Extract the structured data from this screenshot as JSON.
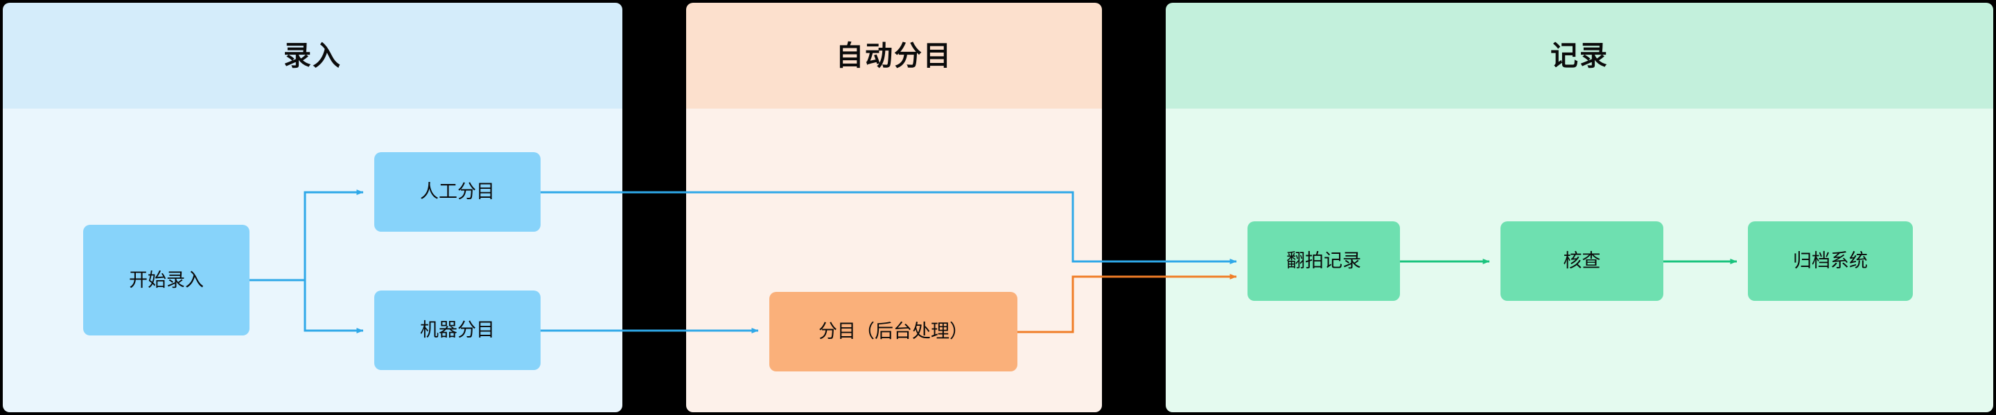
{
  "diagram": {
    "title_hidden": "",
    "lanes": [
      {
        "id": "entry",
        "title": "录入",
        "head_color": "#d4ecfa",
        "body_color": "#eaf6fd"
      },
      {
        "id": "auto",
        "title": "自动分目",
        "head_color": "#fce0cd",
        "body_color": "#fdf1ea"
      },
      {
        "id": "record",
        "title": "记录",
        "head_color": "#c3f0dc",
        "body_color": "#e4faef"
      }
    ],
    "nodes": [
      {
        "id": "start",
        "label": "开始录入",
        "lane": "entry",
        "color": "#87d3fa"
      },
      {
        "id": "manual",
        "label": "人工分目",
        "lane": "entry",
        "color": "#87d3fa"
      },
      {
        "id": "machine",
        "label": "机器分目",
        "lane": "entry",
        "color": "#87d3fa"
      },
      {
        "id": "backend",
        "label": "分目（后台处理）",
        "lane": "auto",
        "color": "#fab07a"
      },
      {
        "id": "rephoto",
        "label": "翻拍记录",
        "lane": "record",
        "color": "#6ee0b0"
      },
      {
        "id": "verify",
        "label": "核查",
        "lane": "record",
        "color": "#6ee0b0"
      },
      {
        "id": "archive",
        "label": "归档系统",
        "lane": "record",
        "color": "#6ee0b0"
      }
    ],
    "edges": [
      {
        "id": "start-manual",
        "from": "start",
        "to": "manual",
        "color": "#2ea8e8",
        "label": ""
      },
      {
        "id": "start-machine",
        "from": "start",
        "to": "machine",
        "color": "#2ea8e8",
        "label": ""
      },
      {
        "id": "manual-rephoto",
        "from": "manual",
        "to": "rephoto",
        "color": "#2ea8e8",
        "label": ""
      },
      {
        "id": "machine-backend",
        "from": "machine",
        "to": "backend",
        "color": "#2ea8e8",
        "label": ""
      },
      {
        "id": "backend-rephoto",
        "from": "backend",
        "to": "rephoto",
        "color": "#f07d26",
        "label": ""
      },
      {
        "id": "rephoto-verify",
        "from": "rephoto",
        "to": "verify",
        "color": "#19c37d",
        "label": ""
      },
      {
        "id": "verify-archive",
        "from": "verify",
        "to": "archive",
        "color": "#19c37d",
        "label": ""
      }
    ],
    "colors": {
      "background": "#000000",
      "edge_blue": "#2ea8e8",
      "edge_orange": "#f07d26",
      "edge_green": "#19c37d",
      "text": "#0b0b0b"
    }
  }
}
